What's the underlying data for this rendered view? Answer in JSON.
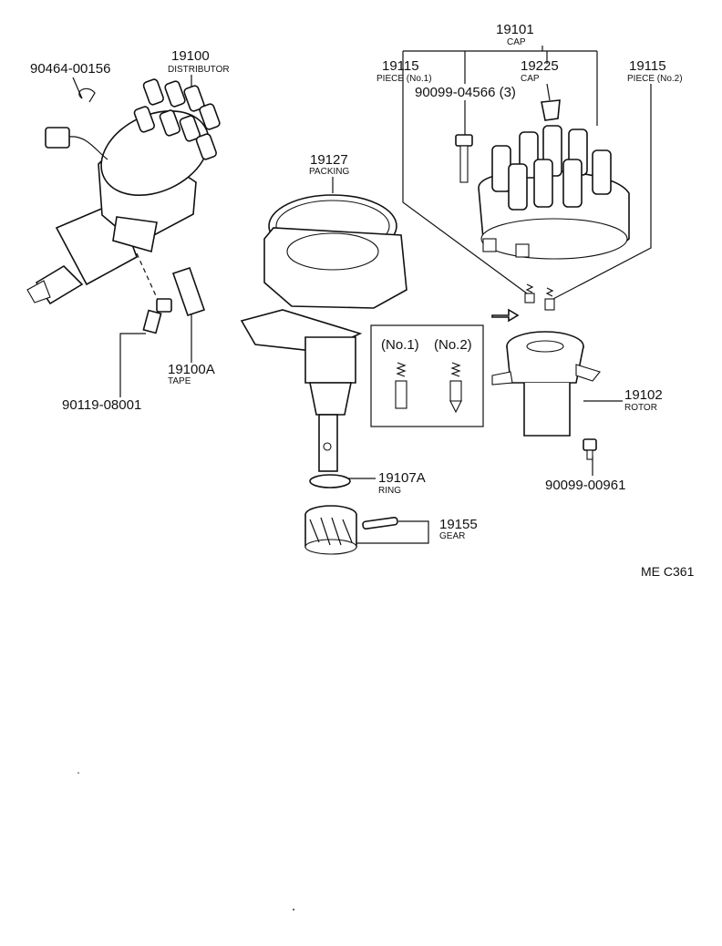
{
  "parts": {
    "p90464": {
      "number": "90464-00156"
    },
    "p19100": {
      "number": "19100",
      "name": "DISTRIBUTOR"
    },
    "p19127": {
      "number": "19127",
      "name": "PACKING"
    },
    "p19101": {
      "number": "19101",
      "name": "CAP"
    },
    "p19115a": {
      "number": "19115",
      "name": "PIECE (No.1)"
    },
    "p19225": {
      "number": "19225",
      "name": "CAP"
    },
    "p19115b": {
      "number": "19115",
      "name": "PIECE (No.2)"
    },
    "p90099a": {
      "number": "90099-04566 (3)"
    },
    "p19100A": {
      "number": "19100A",
      "name": "TAPE"
    },
    "p90119": {
      "number": "90119-08001"
    },
    "p19102": {
      "number": "19102",
      "name": "ROTOR"
    },
    "p19107A": {
      "number": "19107A",
      "name": "RING"
    },
    "p19155": {
      "number": "19155",
      "name": "GEAR"
    },
    "p90099b": {
      "number": "90099-00961"
    }
  },
  "inset": {
    "label1": "(No.1)",
    "label2": "(No.2)"
  },
  "reference_code": "ME C361"
}
